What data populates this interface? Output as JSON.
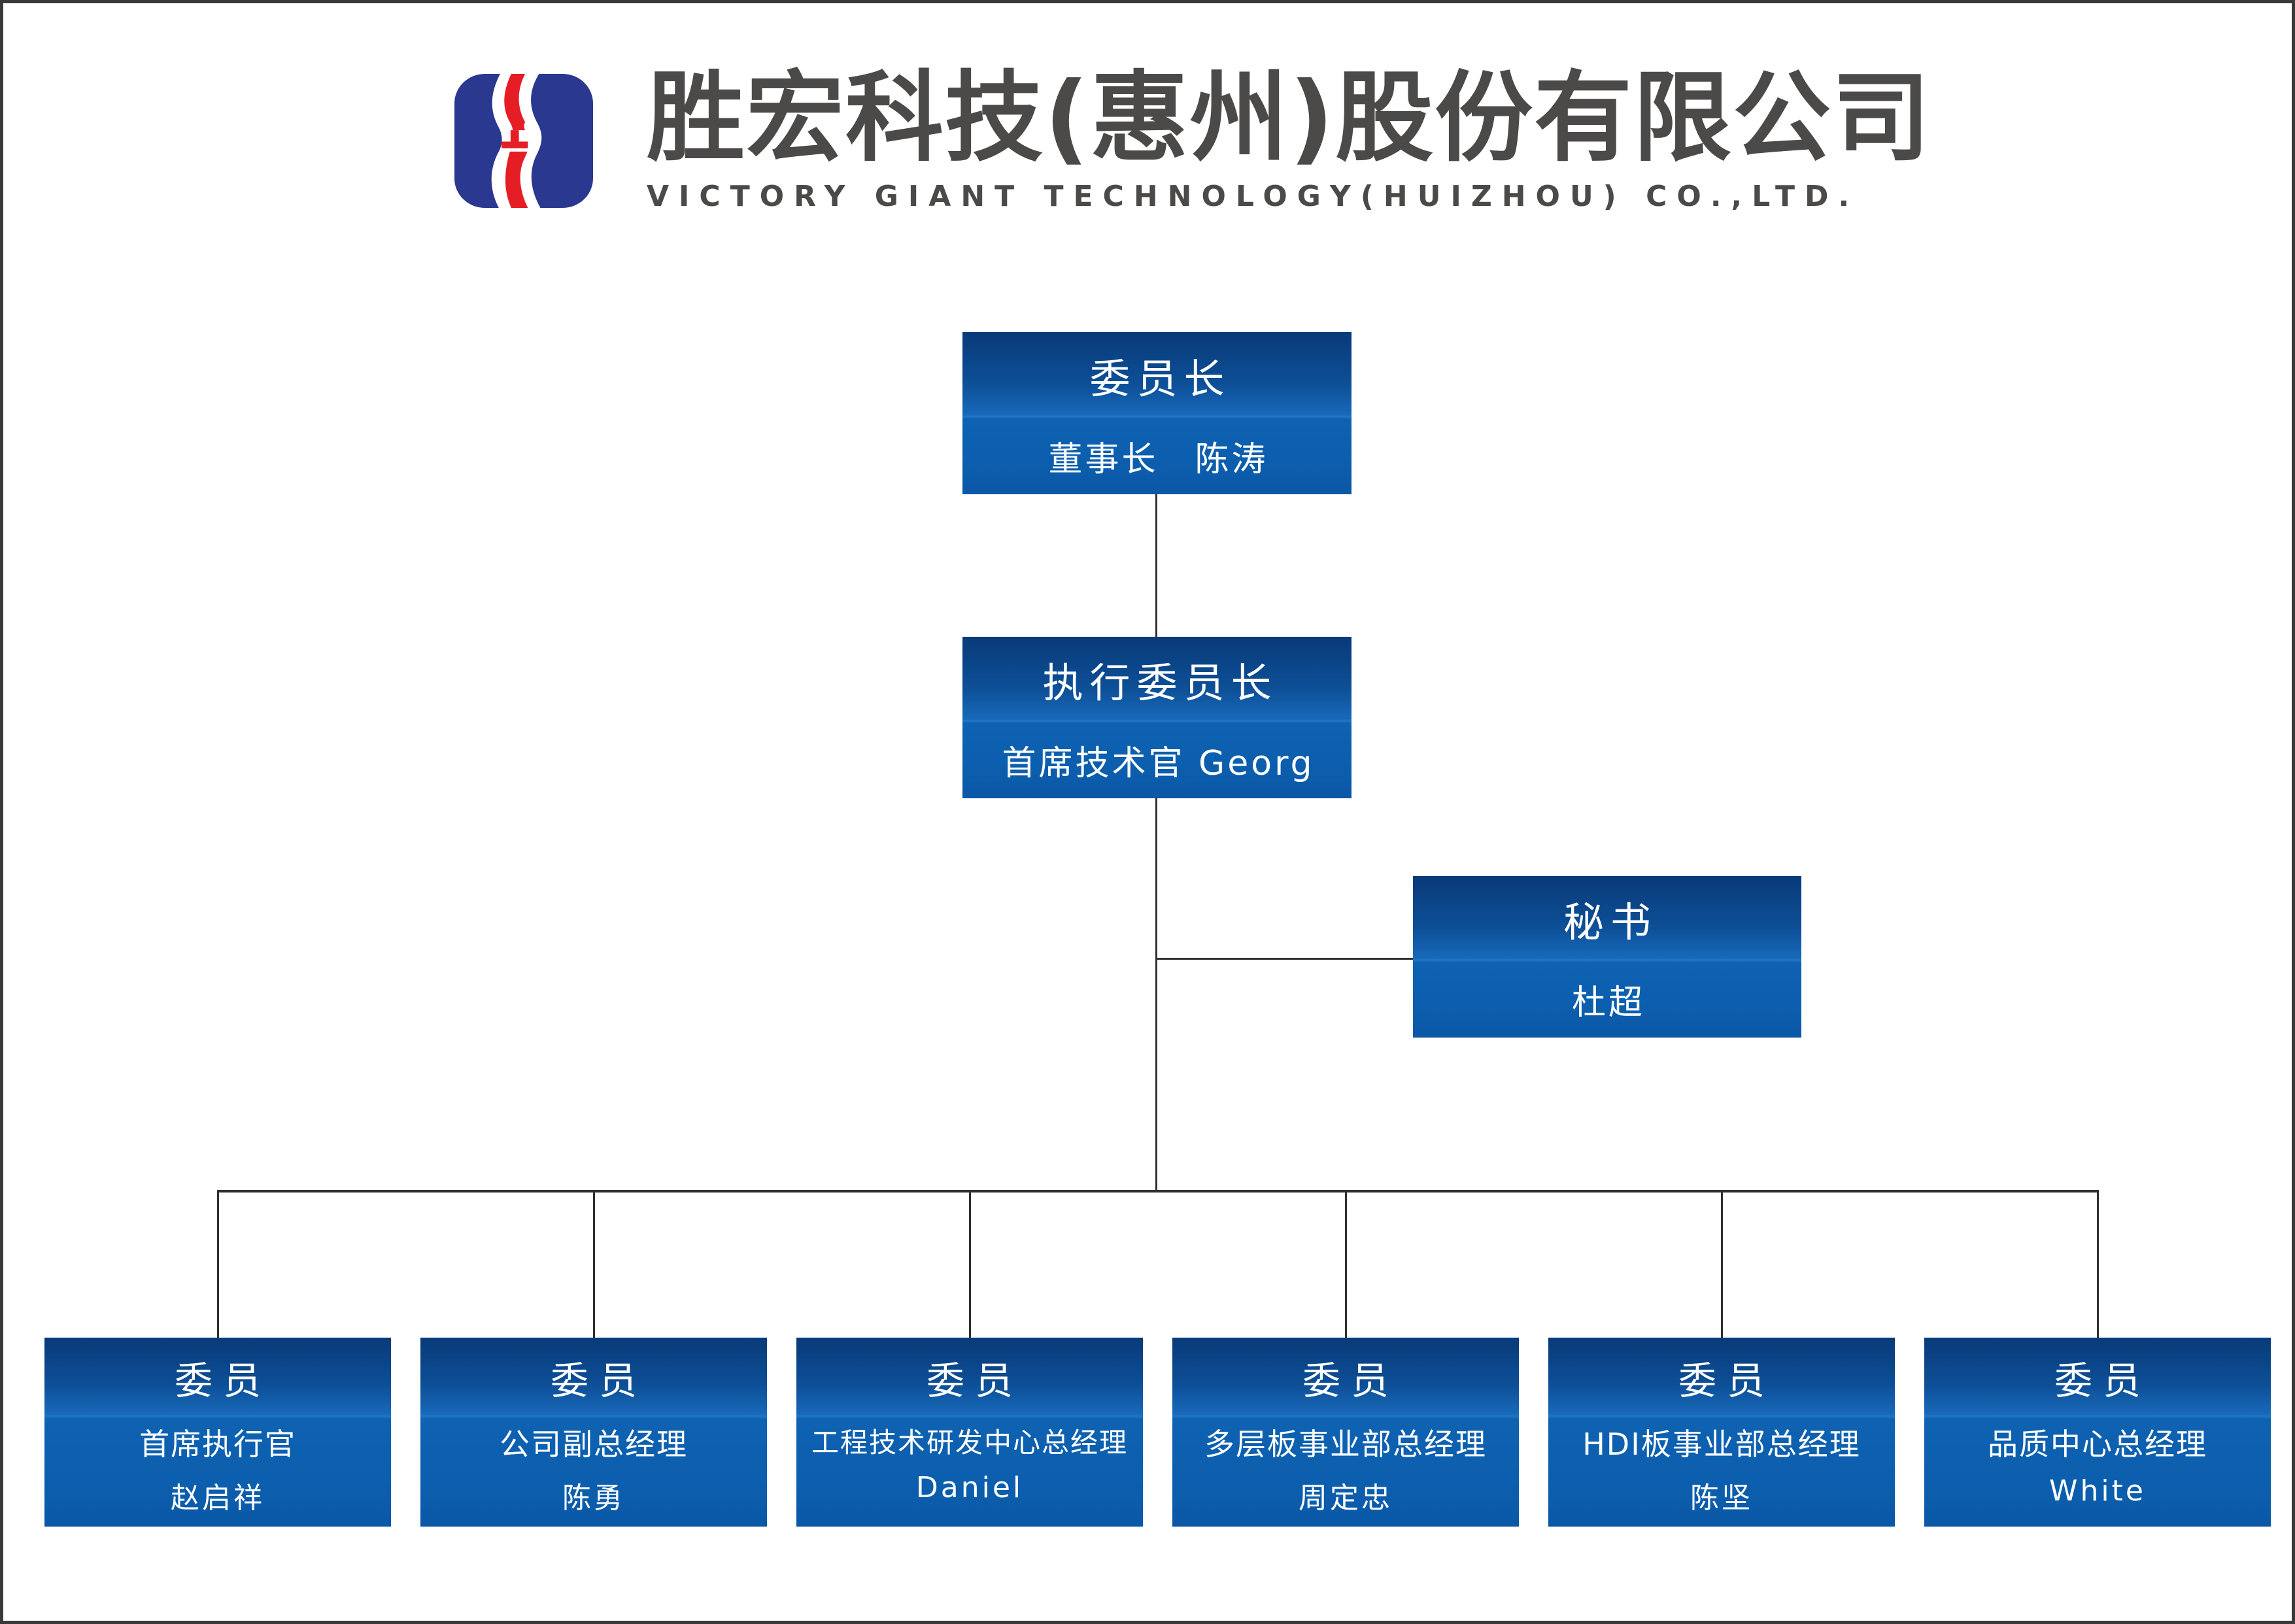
{
  "page": {
    "background_color": "#ffffff",
    "border_color": "#3a3a3a"
  },
  "header": {
    "logo": {
      "icon": "victory-giant-logo",
      "blue": "#2A3890",
      "red": "#E51E25",
      "white": "#ffffff"
    },
    "company_name_zh": "胜宏科技(惠州)股份有限公司",
    "company_name_en": "VICTORY GIANT TECHNOLOGY(HUIZHOU) CO.,LTD.",
    "text_color": "#4c4a48"
  },
  "org_chart": {
    "line_color": "#332f2c",
    "box_gradient_top": "#083A78",
    "box_gradient_mid": "#1869BA",
    "box_gradient_bottom": "#0A57A6",
    "chairman": {
      "title": "委员长",
      "name": "董事长　陈涛"
    },
    "exec_chairman": {
      "title": "执行委员长",
      "name": "首席技术官 Georg"
    },
    "secretary": {
      "title": "秘书",
      "name": "杜超"
    },
    "members": [
      {
        "title": "委员",
        "role": "首席执行官",
        "person": "赵启祥"
      },
      {
        "title": "委员",
        "role": "公司副总经理",
        "person": "陈勇"
      },
      {
        "title": "委员",
        "role": "工程技术研发中心总经理",
        "person": "Daniel"
      },
      {
        "title": "委员",
        "role": "多层板事业部总经理",
        "person": "周定忠"
      },
      {
        "title": "委员",
        "role": "HDI板事业部总经理",
        "person": "陈坚"
      },
      {
        "title": "委员",
        "role": "品质中心总经理",
        "person": "White"
      }
    ]
  }
}
